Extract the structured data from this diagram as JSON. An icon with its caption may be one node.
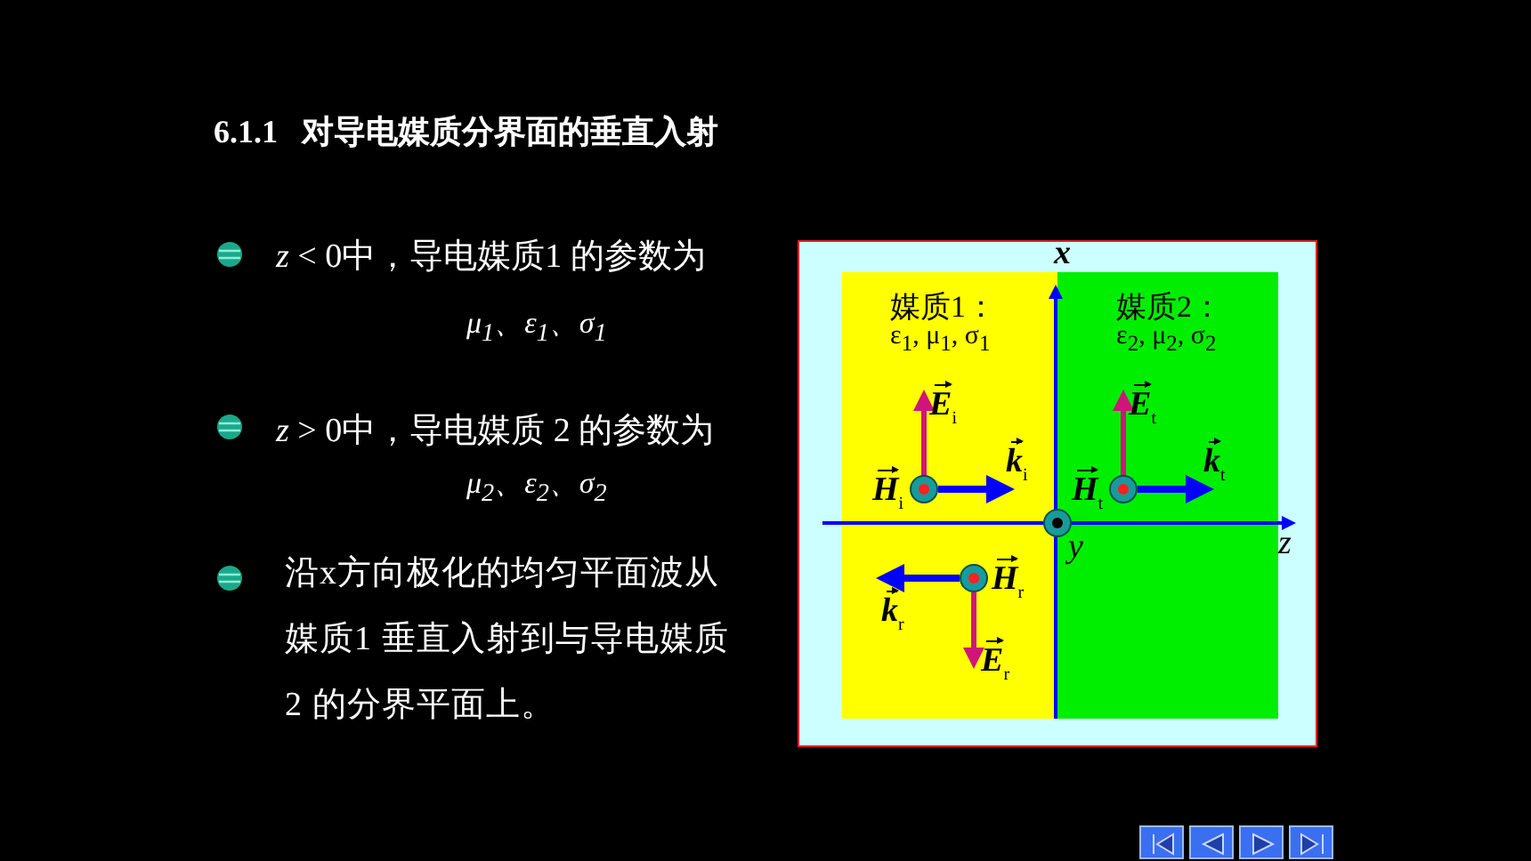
{
  "diagram": {
    "title": "6.1.1   对导电媒质分界面的垂直入射",
    "nodes": [
      {
        "text": [
          "媒质1：",
          "ε$_{1}$, μ$_{1}$, σ$_{1}$"
        ]
      },
      {
        "text": [
          "媒质2：",
          "ε$_{2}$, μ$_{2}$, σ$_{2}$"
        ]
      }
    ],
    "edges": [],
    "labels": [
      "*z* < 0中，导电媒质1 的参数为",
      "μ$_{1}$、ε$_{1}$、σ$_{1}$",
      "*z* > 0中，导电媒质 2 的参数为",
      "μ$_{2}$、ε$_{2}$、σ$_{2}$",
      "沿x方向极化的均匀平面波从媒质1 垂直入射到与导电媒质2 的分界平面上。",
      "x",
      "E$_{i}$",
      "k$_{i}$",
      "H$_{i}$",
      "E$_{t}$",
      "k$_{t}$",
      "H$_{t}$",
      "z",
      "y",
      "H$_{r}$",
      "k$_{r}$",
      "E$_{r}$"
    ]
  }
}
